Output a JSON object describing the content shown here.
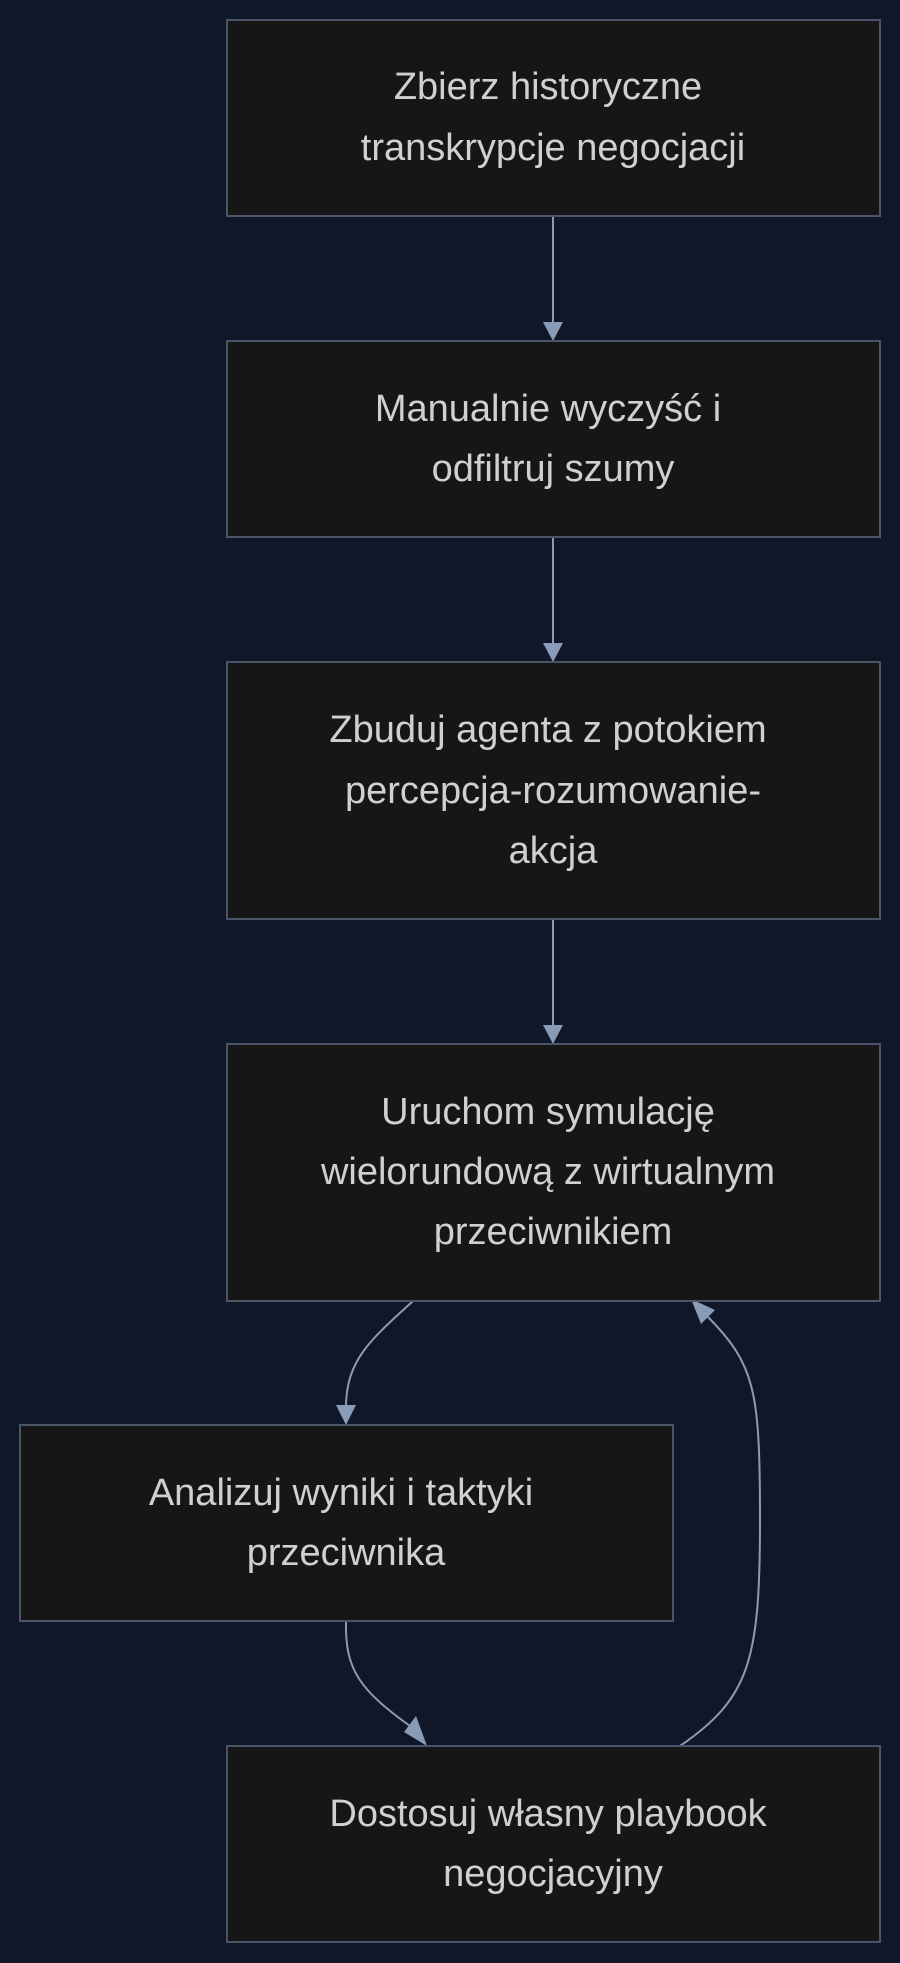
{
  "diagram": {
    "type": "flowchart",
    "colors": {
      "background": "#0f1729",
      "node_fill": "#161616",
      "node_border": "#4a5568",
      "edge": "#8a9bb8",
      "text": "#d0d0d0"
    },
    "nodes": [
      {
        "id": "collect",
        "lines": [
          "Zbierz historyczne",
          "transkrypcje negocjacji"
        ]
      },
      {
        "id": "clean",
        "lines": [
          "Manualnie wyczyść i",
          "odfiltruj szumy"
        ]
      },
      {
        "id": "build",
        "lines": [
          "Zbuduj agenta z potokiem",
          "percepcja-rozumowanie-",
          "akcja"
        ]
      },
      {
        "id": "simulate",
        "lines": [
          "Uruchom symulację",
          "wielorundową z wirtualnym",
          "przeciwnikiem"
        ]
      },
      {
        "id": "analyze",
        "lines": [
          "Analizuj wyniki i taktyki",
          "przeciwnika"
        ]
      },
      {
        "id": "adjust",
        "lines": [
          "Dostosuj własny playbook",
          "negocjacyjny"
        ]
      }
    ],
    "edges": [
      {
        "from": "collect",
        "to": "clean"
      },
      {
        "from": "clean",
        "to": "build"
      },
      {
        "from": "build",
        "to": "simulate"
      },
      {
        "from": "simulate",
        "to": "analyze"
      },
      {
        "from": "analyze",
        "to": "adjust"
      },
      {
        "from": "adjust",
        "to": "simulate"
      }
    ]
  }
}
